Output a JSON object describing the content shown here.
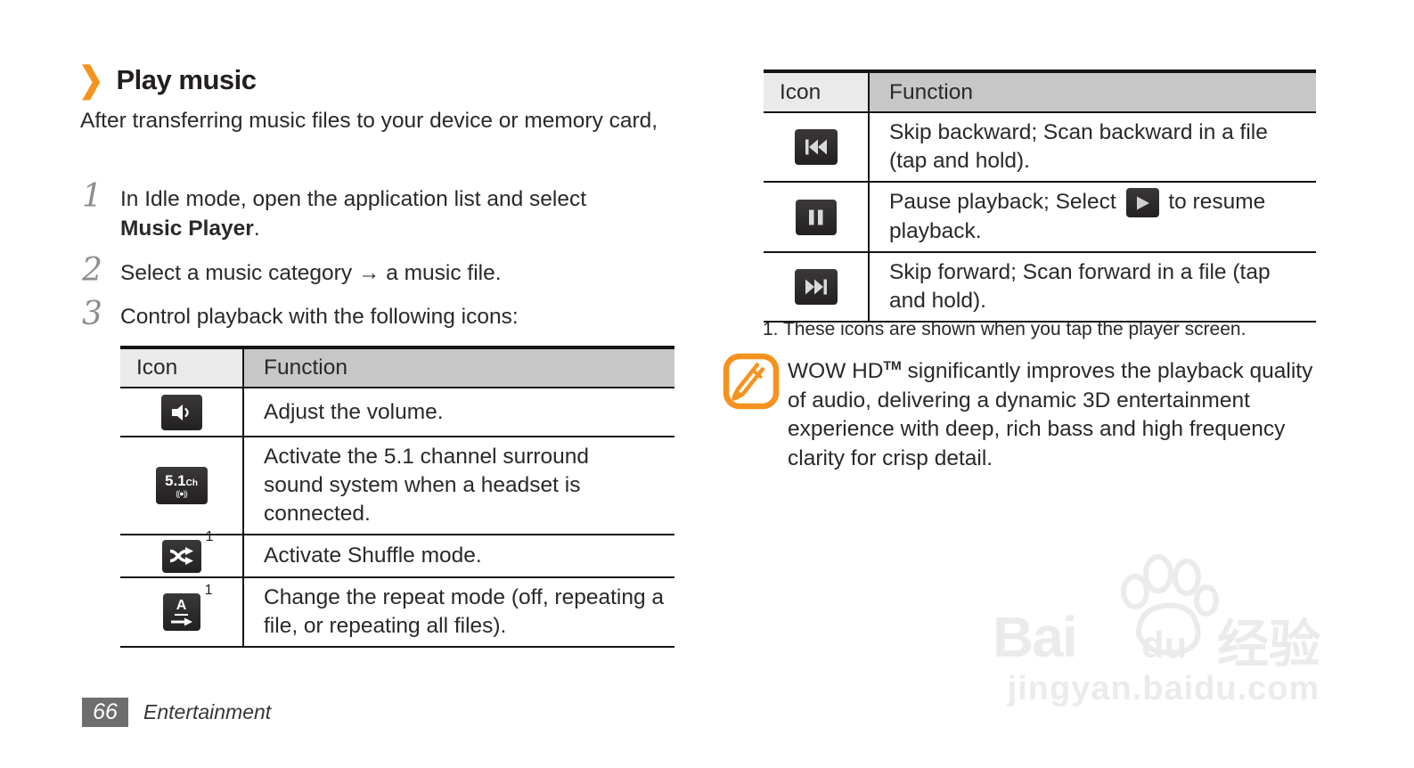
{
  "colors": {
    "accent_orange": "#F6921E",
    "text": "#2b2829",
    "table_header_icon_bg": "#eaeaea",
    "table_header_function_bg": "#c7c7c7",
    "table_border": "#141414",
    "footer_box_bg": "#6e6e6e",
    "step_number_gray": "#8d8d8d",
    "watermark_gray": "#ebebeb",
    "icon_tile_bg": "#2f2c2d"
  },
  "heading": {
    "chevron": "❯",
    "title": "Play music"
  },
  "intro": "After transferring music files to your device or memory card,",
  "steps": [
    {
      "num": "1",
      "line1": "In Idle mode, open the application list and select",
      "bold": "Music Player",
      "after_bold": "."
    },
    {
      "num": "2",
      "text": "Select a music category → a music file."
    },
    {
      "num": "3",
      "text": "Control playback with the following icons:"
    }
  ],
  "left_table": {
    "headers": [
      "Icon",
      "Function"
    ],
    "rows": [
      {
        "icon": "volume-icon",
        "function": "Adjust the volume."
      },
      {
        "icon": "surround-5-1-channel-icon",
        "icon_label_big": "5.1",
        "icon_label_small": "Ch",
        "icon_label_wave": "((●))",
        "function": "Activate the 5.1 channel surround sound system when a headset is connected."
      },
      {
        "icon": "shuffle-icon",
        "footnote_ref": "1",
        "function": "Activate Shuffle mode."
      },
      {
        "icon": "repeat-icon",
        "icon_letter": "A",
        "footnote_ref": "1",
        "function": "Change the repeat mode (off, repeating a file, or repeating all files)."
      }
    ]
  },
  "right_table": {
    "headers": [
      "Icon",
      "Function"
    ],
    "rows": [
      {
        "icon": "skip-backward-icon",
        "function": "Skip backward; Scan backward in a file (tap and hold)."
      },
      {
        "icon": "pause-icon",
        "inline_icon": "play-icon",
        "function_pre": "Pause playback; Select",
        "function_post": "to resume playback."
      },
      {
        "icon": "skip-forward-icon",
        "function": "Skip forward; Scan forward in a file (tap and hold)."
      }
    ]
  },
  "footnote": "1. These icons are shown when you tap the player screen.",
  "note": {
    "pre_tm": "WOW HD",
    "tm": "TM",
    "rest": " significantly improves the playback quality of audio, delivering a dynamic 3D entertainment experience with deep, rich bass and high frequency clarity for crisp detail."
  },
  "footer": {
    "page_number": "66",
    "section": "Entertainment"
  },
  "watermark": {
    "bai": "Bai",
    "du": "du",
    "cn": "经验",
    "domain": "jingyan.baidu.com"
  }
}
